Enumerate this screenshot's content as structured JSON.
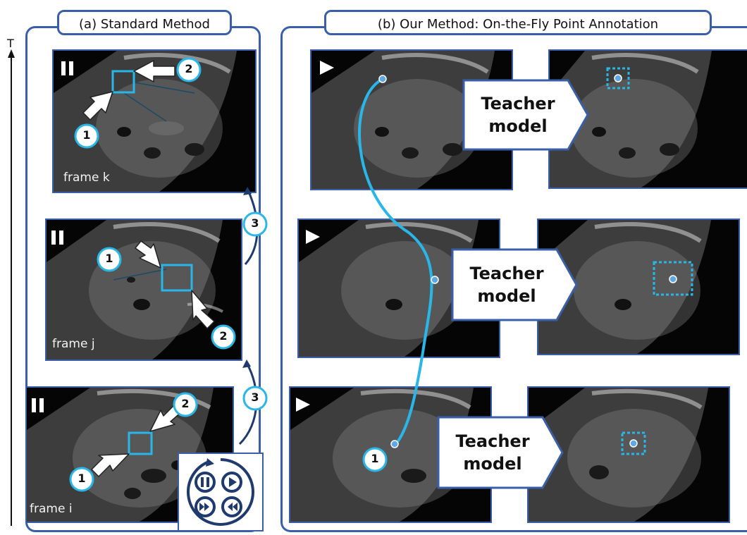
{
  "panels": {
    "standard": {
      "title": "(a) Standard Method"
    },
    "ours": {
      "title": "(b) Our Method: On-the-Fly Point Annotation"
    }
  },
  "axis": {
    "label": "T"
  },
  "frames": {
    "k": {
      "label": "frame k"
    },
    "j": {
      "label": "frame j"
    },
    "i": {
      "label": "frame i"
    }
  },
  "steps": {
    "one": "1",
    "two": "2",
    "three": "3"
  },
  "teacher": {
    "line1": "Teacher",
    "line2": "model"
  },
  "icons": {
    "pause": "pause-icon",
    "play": "play-icon",
    "fast_forward": "fast-forward-icon",
    "rewind": "rewind-icon"
  },
  "colors": {
    "border": "#3a5fa8",
    "annotation": "#29b6e8",
    "marker_dark": "#1e3a6e"
  }
}
